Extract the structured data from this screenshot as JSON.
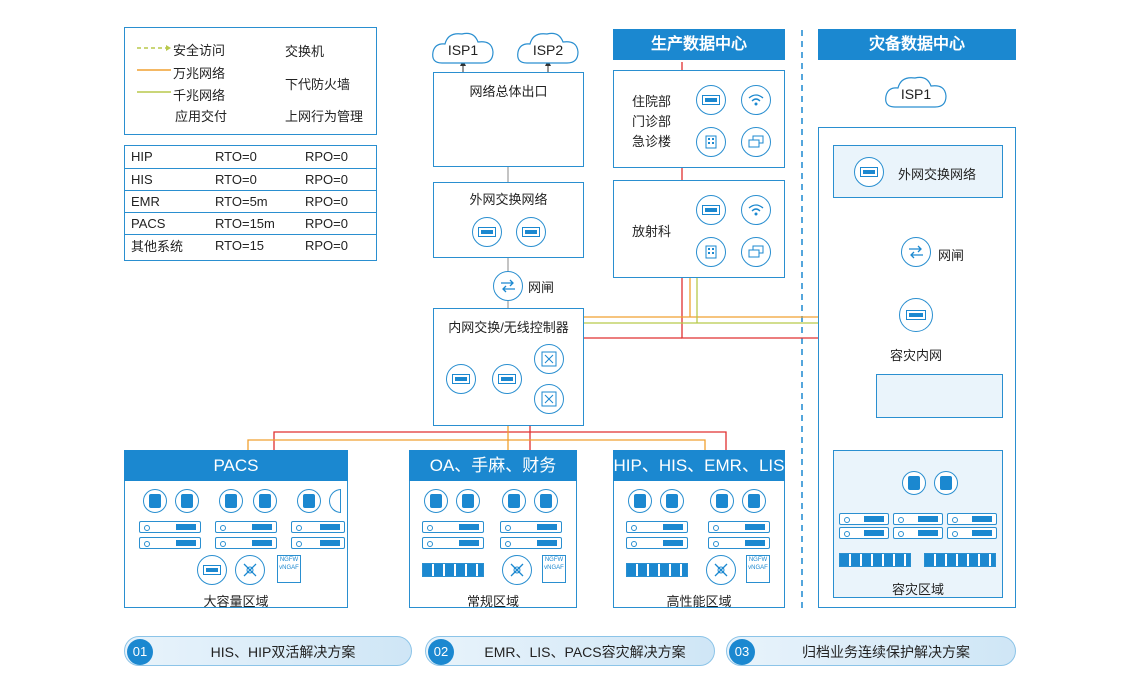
{
  "legend": {
    "lines": [
      {
        "label": "安全访问",
        "color": "#b8c94b"
      },
      {
        "label": "万兆网络",
        "color": "#f0a030"
      },
      {
        "label": "千兆网络",
        "color": "#b8c94b"
      },
      {
        "label": "应用交付"
      }
    ],
    "right_items": [
      "交换机",
      "下代防火墙",
      "上网行为管理"
    ]
  },
  "rto_table": [
    {
      "system": "HIP",
      "rto": "RTO=0",
      "rpo": "RPO=0"
    },
    {
      "system": "HIS",
      "rto": "RTO=0",
      "rpo": "RPO=0"
    },
    {
      "system": "EMR",
      "rto": "RTO=5m",
      "rpo": "RPO=0"
    },
    {
      "system": "PACS",
      "rto": "RTO=15m",
      "rpo": "RPO=0"
    },
    {
      "system": "其他系统",
      "rto": "RTO=15",
      "rpo": "RPO=0"
    }
  ],
  "main": {
    "isp1": "ISP1",
    "isp2": "ISP2",
    "egress_label": "网络总体出口",
    "external_switch_label": "外网交换网络",
    "gateway_label": "网闸",
    "internal_switch_label": "内网交换/无线控制器"
  },
  "production_dc": {
    "title": "生产数据中心",
    "block1_lines": [
      "住院部",
      "门诊部",
      "急诊楼"
    ],
    "block2_label": "放射科"
  },
  "dr_dc": {
    "title": "灾备数据中心",
    "isp": "ISP1",
    "external_switch_label": "外网交换网络",
    "gateway_label": "网闸",
    "internal_label": "容灾内网",
    "zone_label": "容灾区域"
  },
  "zones": [
    {
      "title": "PACS",
      "footer": "大容量区域"
    },
    {
      "title": "OA、手麻、财务",
      "footer": "常规区域"
    },
    {
      "title": "HIP、HIS、EMR、LIS",
      "footer": "高性能区域"
    }
  ],
  "solutions": [
    {
      "num": "01",
      "label": "HIS、HIP双活解决方案"
    },
    {
      "num": "02",
      "label": "EMR、LIS、PACS容灾解决方案"
    },
    {
      "num": "03",
      "label": "归档业务连续保护解决方案"
    }
  ],
  "colors": {
    "accent": "#1b88d0",
    "red_line": "#e03030",
    "orange_line": "#f0a030",
    "green_line": "#b8c94b"
  }
}
